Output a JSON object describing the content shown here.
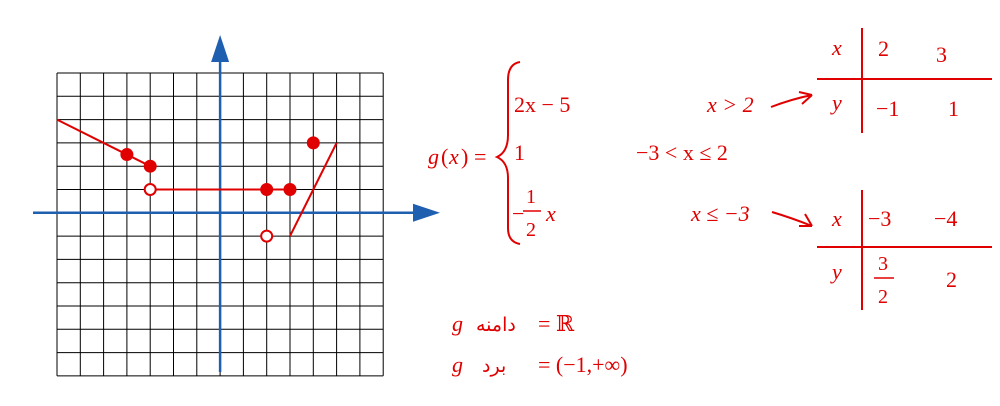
{
  "colors": {
    "axis": "#1f5fb0",
    "grid": "#000000",
    "graph": "#e00000",
    "text": "#e00000",
    "table_lines": "#e00000",
    "neutral_text": "#000000"
  },
  "function": {
    "name": "g",
    "arg": "x",
    "pieces": [
      {
        "expr": "2x − 5",
        "cond": "x > 2"
      },
      {
        "expr": "1",
        "cond": "−3 < x ≤ 2"
      },
      {
        "expr_sign": "−",
        "expr_num": "1",
        "expr_den": "2",
        "expr_var": "x",
        "cond": "x ≤ −3"
      }
    ]
  },
  "table_top": {
    "x_label": "x",
    "y_label": "y",
    "x_values": [
      "2",
      "3"
    ],
    "y_values": [
      "−1",
      "1"
    ]
  },
  "table_bottom": {
    "x_label": "x",
    "y_label": "y",
    "x_values": [
      "−3",
      "−4"
    ],
    "y_values": [
      {
        "num": "3",
        "den": "2"
      },
      "2"
    ]
  },
  "domain_line": {
    "var": "g",
    "word": "دامنه",
    "value": "= ℝ"
  },
  "range_line": {
    "var": "g",
    "word": "برد",
    "value": "= (−1,+∞)"
  },
  "graph": {
    "segments": [
      {
        "from": [
          -7,
          4
        ],
        "to": [
          -4,
          2.5
        ]
      },
      {
        "from": [
          -4,
          2.5
        ],
        "to": [
          -3,
          2
        ]
      },
      {
        "from": [
          -3,
          1
        ],
        "to": [
          3,
          1
        ]
      },
      {
        "from": [
          3,
          -1
        ],
        "to": [
          4,
          1
        ]
      },
      {
        "from": [
          4,
          1
        ],
        "to": [
          5,
          3
        ]
      }
    ],
    "points": [
      {
        "x": -4,
        "y": 2.5,
        "filled": true
      },
      {
        "x": -3,
        "y": 2,
        "filled": true
      },
      {
        "x": -3,
        "y": 1,
        "filled": false
      },
      {
        "x": 2,
        "y": 1,
        "filled": true
      },
      {
        "x": 3,
        "y": 1,
        "filled": true
      },
      {
        "x": 2,
        "y": -1,
        "filled": false
      },
      {
        "x": 4,
        "y": 3,
        "filled": true
      }
    ]
  }
}
